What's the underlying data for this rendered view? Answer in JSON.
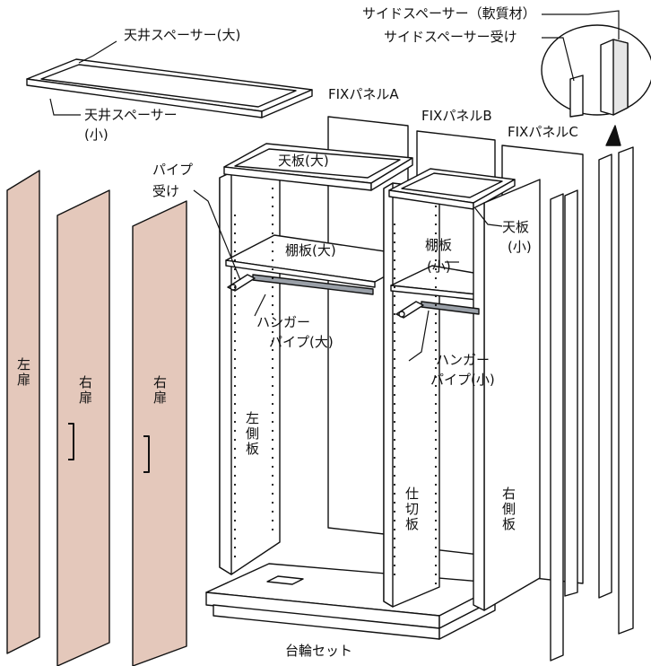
{
  "labels": {
    "top_spacer_large": "天井スペーサー(大)",
    "top_spacer_small_1": "天井スペーサー",
    "top_spacer_small_2": "(小)",
    "side_spacer_soft": "サイドスペーサー（軟質材）",
    "side_spacer_receiver": "サイドスペーサー受け",
    "fix_panel_a": "FIXパネルA",
    "fix_panel_b": "FIXパネルB",
    "fix_panel_c": "FIXパネルC",
    "pipe_receiver_1": "パイプ",
    "pipe_receiver_2": "受け",
    "top_board_large": "天板(大)",
    "top_board_small_1": "天板",
    "top_board_small_2": "(小)",
    "shelf_large": "棚板(大)",
    "shelf_small_1": "棚板",
    "shelf_small_2": "(小)",
    "hanger_pipe_large_1": "ハンガー",
    "hanger_pipe_large_2": "パイプ(大)",
    "hanger_pipe_small_1": "ハンガー",
    "hanger_pipe_small_2": "パイプ(小)",
    "left_door": "左扉",
    "right_door_1": "右扉",
    "right_door_2": "右扉",
    "left_side_board": "左側板",
    "partition_board": "仕切板",
    "right_side_board": "右側板",
    "base_set": "台輪セット"
  },
  "colors": {
    "door": "#e4c8bb",
    "line": "#111111",
    "pipe": "#9aa0a8",
    "white": "#ffffff"
  }
}
